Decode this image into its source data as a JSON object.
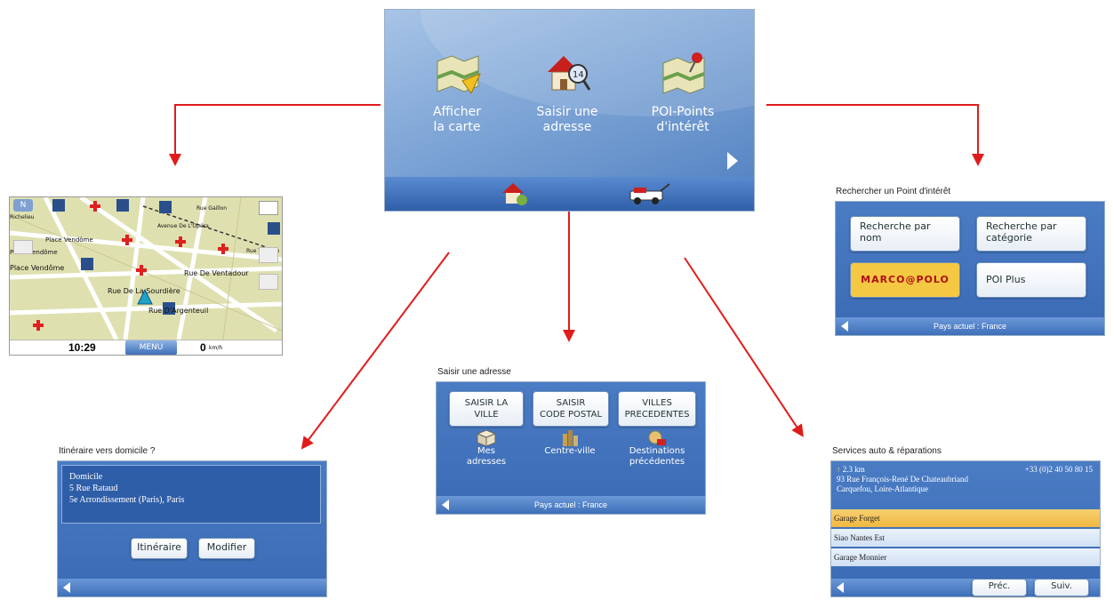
{
  "main_menu": {
    "buttons": [
      {
        "label_line1": "Afficher",
        "label_line2": "la carte"
      },
      {
        "label_line1": "Saisir une",
        "label_line2": "adresse"
      },
      {
        "label_line1": "POI-Points",
        "label_line2": "d'intérêt"
      }
    ]
  },
  "map_screen": {
    "time": "10:29",
    "menu_label": "MENU",
    "speed": "0",
    "speed_unit": "km/h",
    "compass": "N",
    "street_labels": [
      "Place Vendôme",
      "Place Vendôme",
      "Place Vendôme",
      "Rue De Ventadour",
      "Rue De La Sourdière",
      "Rue D'Argenteuil",
      "Avenue De L'Opéra",
      "Rue Thérèse",
      "Richelieu",
      "Rue Gaillon"
    ]
  },
  "poi_screen": {
    "title": "Rechercher un Point d'intérêt",
    "buttons": [
      "Recherche par nom",
      "Recherche par catégorie",
      "MARCO@POLO",
      "POI Plus"
    ],
    "status": "Pays actuel : France"
  },
  "address_screen": {
    "title": "Saisir une adresse",
    "buttons": [
      {
        "l1": "SAISIR LA",
        "l2": "VILLE"
      },
      {
        "l1": "SAISIR",
        "l2": "CODE POSTAL"
      },
      {
        "l1": "VILLES",
        "l2": "PRECEDENTES"
      }
    ],
    "icons": [
      {
        "l1": "Mes",
        "l2": "adresses"
      },
      {
        "l1": "Centre-ville",
        "l2": ""
      },
      {
        "l1": "Destinations",
        "l2": "précédentes"
      }
    ],
    "status": "Pays actuel : France"
  },
  "home_screen": {
    "title": "Itinéraire vers domicile ?",
    "lines": [
      "Domicile",
      "5 Rue Rataud",
      "5e Arrondissement (Paris), Paris"
    ],
    "buttons": [
      "Itinéraire",
      "Modifier"
    ]
  },
  "services_screen": {
    "title": "Services auto & réparations",
    "distance": "2.3 km",
    "phone": "+33 (0)2 40 50 80 15",
    "address1": "93 Rue François-René De Chateaubriand",
    "address2": "Carquefou, Loire-Atlantique",
    "rows": [
      "Garage Forget",
      "Siao Nantes Est",
      "Garage Monnier"
    ],
    "buttons": [
      "Préc.",
      "Suiv."
    ]
  },
  "colors": {
    "arrow": "#e01b1b",
    "panel_blue": "#3a6ab4",
    "highlight": "#f5c04a"
  }
}
